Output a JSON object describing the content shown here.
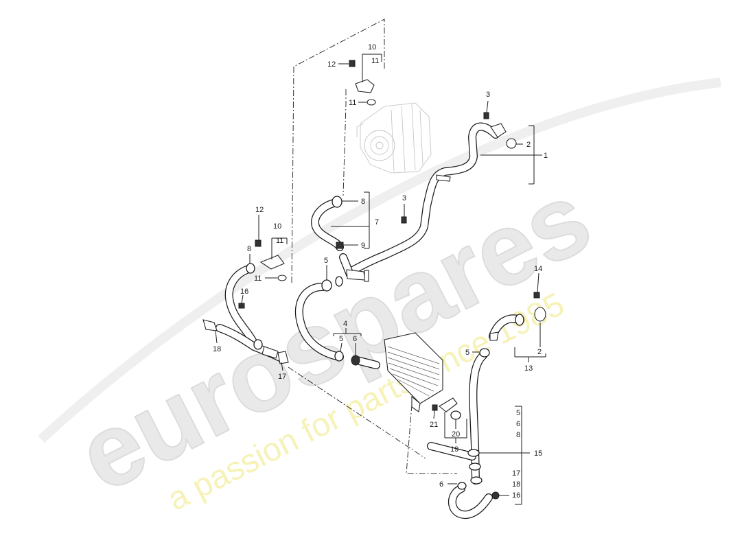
{
  "watermark": {
    "brand": "eurospares",
    "tagline": "a passion for parts since 1985"
  },
  "part_numbers": {
    "p1": "1",
    "p2_top": "2",
    "p3_top": "3",
    "p3_mid": "3",
    "p4": "4",
    "p5_a": "5",
    "p5_b": "5",
    "p5_c": "5",
    "p6_a": "6",
    "p6_b": "6",
    "p7": "7",
    "p8_a": "8",
    "p8_b": "8",
    "p9": "9",
    "p10_a": "10",
    "p10_b": "10",
    "p11_a": "11",
    "p11_b": "11",
    "p11_c": "11",
    "p11_d": "11",
    "p12_a": "12",
    "p12_b": "12",
    "p13": "13",
    "p14": "14",
    "p15": "15",
    "p16_a": "16",
    "p16_b": "16",
    "p17_a": "17",
    "p17_b": "17",
    "p18_a": "18",
    "p18_b": "18",
    "p19": "19",
    "p20": "20",
    "p21": "21",
    "p2_low": "2",
    "p5_list": "5",
    "p6_list": "6",
    "p8_list": "8"
  }
}
